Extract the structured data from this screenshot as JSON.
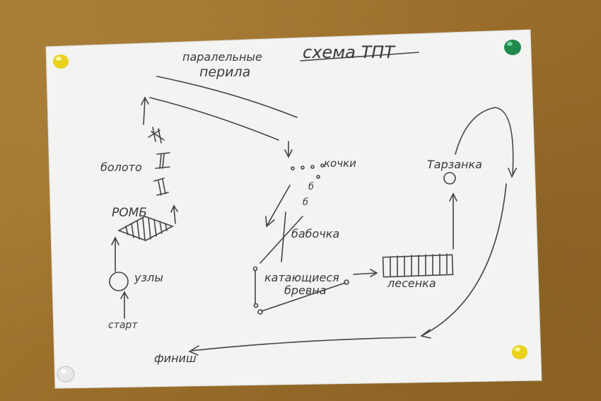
{
  "title": "схема ТПТ",
  "labels": {
    "parallel_1": "паралельные",
    "parallel_2": "перила",
    "swamp": "болото",
    "rhombus": "РОМБ",
    "knots": "узлы",
    "start": "старт",
    "finish": "финиш",
    "bumps": "кочки",
    "butterfly": "бабочка",
    "logs_1": "катающиеся",
    "logs_2": "бревна",
    "ladder": "лесенка",
    "tarzanka": "Тарзанка",
    "bump_b1": "б",
    "bump_b2": "б"
  },
  "colors": {
    "board": "#9a6d2a",
    "paper": "#f3f3f1",
    "pencil": "#3a3a3a",
    "pin_yellow": "#e8d21c",
    "pin_green": "#1f8a4c",
    "pin_white": "#e8e8e8"
  }
}
